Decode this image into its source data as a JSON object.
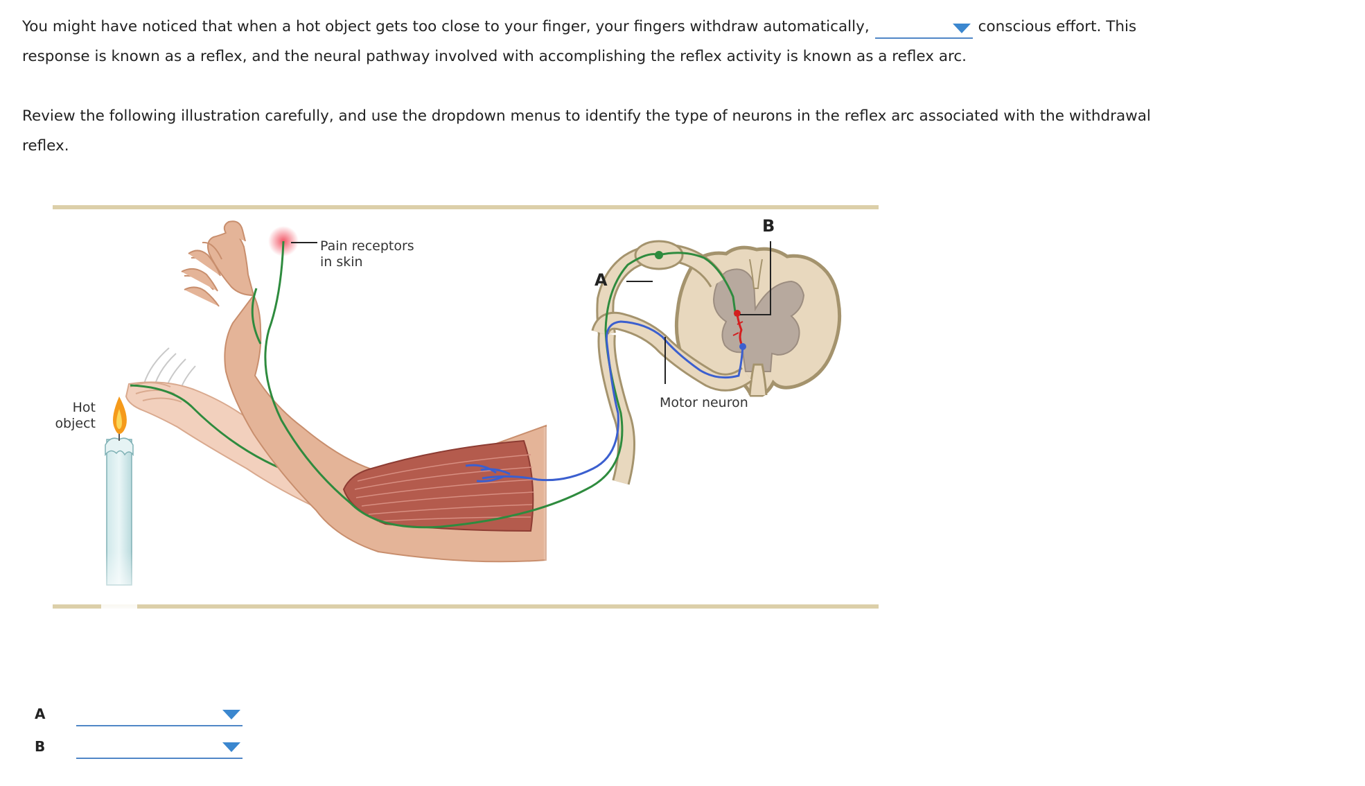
{
  "question": {
    "para1_before": "You might have noticed that when a hot object gets too close to your finger, your fingers withdraw automatically,",
    "para1_after": "conscious effort. This response is known as a reflex, and the neural pathway involved with accomplishing the reflex activity is known as a reflex arc.",
    "para2": "Review the following illustration carefully, and use the dropdown menus to identify the type of neurons in the reflex arc associated with the withdrawal reflex."
  },
  "figure": {
    "pain_label_line1": "Pain receptors",
    "pain_label_line2": "in skin",
    "hot_label_line1": "Hot",
    "hot_label_line2": "object",
    "motor_label": "Motor neuron",
    "label_a": "A",
    "label_b": "B"
  },
  "answers": {
    "a_label": "A",
    "b_label": "B"
  },
  "colors": {
    "sensory_neuron": "#2e8b3e",
    "motor_neuron": "#3b5fcf",
    "interneuron": "#d32020",
    "dropdown_accent": "#3b87cf",
    "figure_rule": "#dccfa9"
  }
}
